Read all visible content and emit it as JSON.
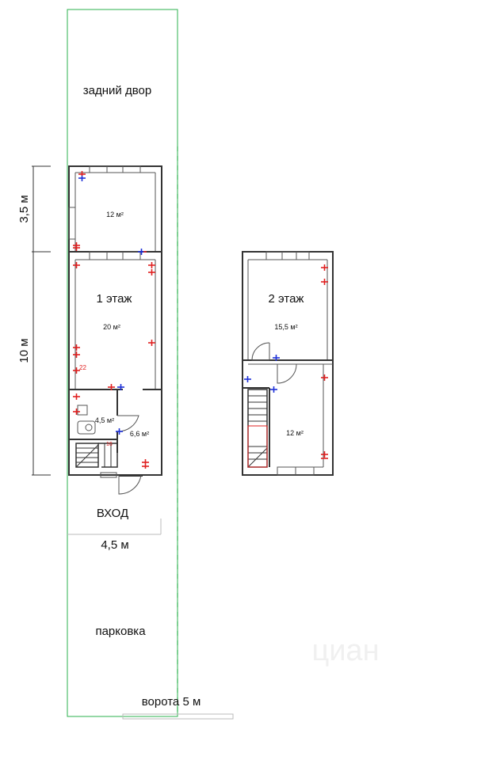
{
  "labels": {
    "backyard": "задний двор",
    "dim_backyard_depth": "3,5 м",
    "dim_house_depth": "10 м",
    "floor1_title": "1 этаж",
    "floor2_title": "2 этаж",
    "room_back": "12 м²",
    "room_main1": "20 м²",
    "room_bath": "4,5 м²",
    "room_hall": "6,6 м²",
    "room_top2": "15,5 м²",
    "room_bottom2": "12 м²",
    "mark_22": "22",
    "mark_16": "16",
    "entrance": "ВХОД",
    "dim_width": "4,5 м",
    "parking": "парковка",
    "gate": "ворота 5 м",
    "watermark": "циан"
  },
  "colors": {
    "plot_border": "#2bb24c",
    "dashed_line": "#2bb24c",
    "wall": "#333333",
    "socket": "#e02020",
    "switch": "#1c2fd8",
    "stair_highlight": "#e02020"
  }
}
